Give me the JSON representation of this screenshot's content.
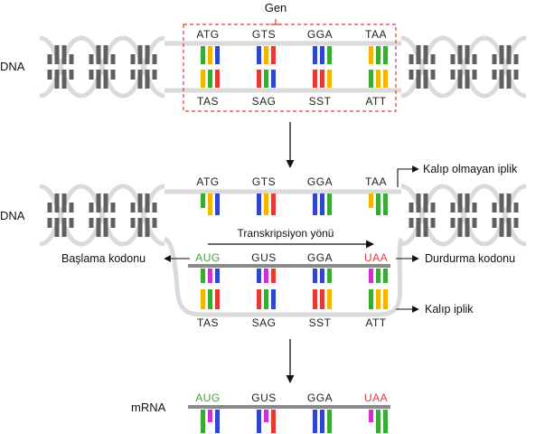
{
  "labels": {
    "gen": "Gen",
    "dna_top": "DNA",
    "dna_middle": "DNA",
    "transcription_direction": "Transkripsiyon yönü",
    "non_template_strand": "Kalıp olmayan iplik",
    "template_strand": "Kalıp iplik",
    "start_codon": "Başlama kodonu",
    "stop_codon": "Durdurma kodonu",
    "mrna": "mRNA"
  },
  "codons": {
    "coding": [
      "ATG",
      "GTS",
      "GGA",
      "TAA"
    ],
    "template": [
      "TAS",
      "SAG",
      "SST",
      "ATT"
    ],
    "rna": [
      "AUG",
      "GUS",
      "GGA",
      "UAA"
    ]
  },
  "colors": {
    "A": "#3aa935",
    "T": "#f4b400",
    "G": "#2f46d0",
    "S": "#e53935",
    "U": "#cc33cc",
    "backbone": "#9e9e9e",
    "helix": "#dadada",
    "gene_box": "#e53935",
    "start_codon_text": "#3aa935",
    "stop_codon_text": "#e53935"
  },
  "icons": {
    "arrow_down": "arrow-down-icon",
    "arrow_left": "arrow-left-icon",
    "arrow_right": "arrow-right-icon"
  }
}
